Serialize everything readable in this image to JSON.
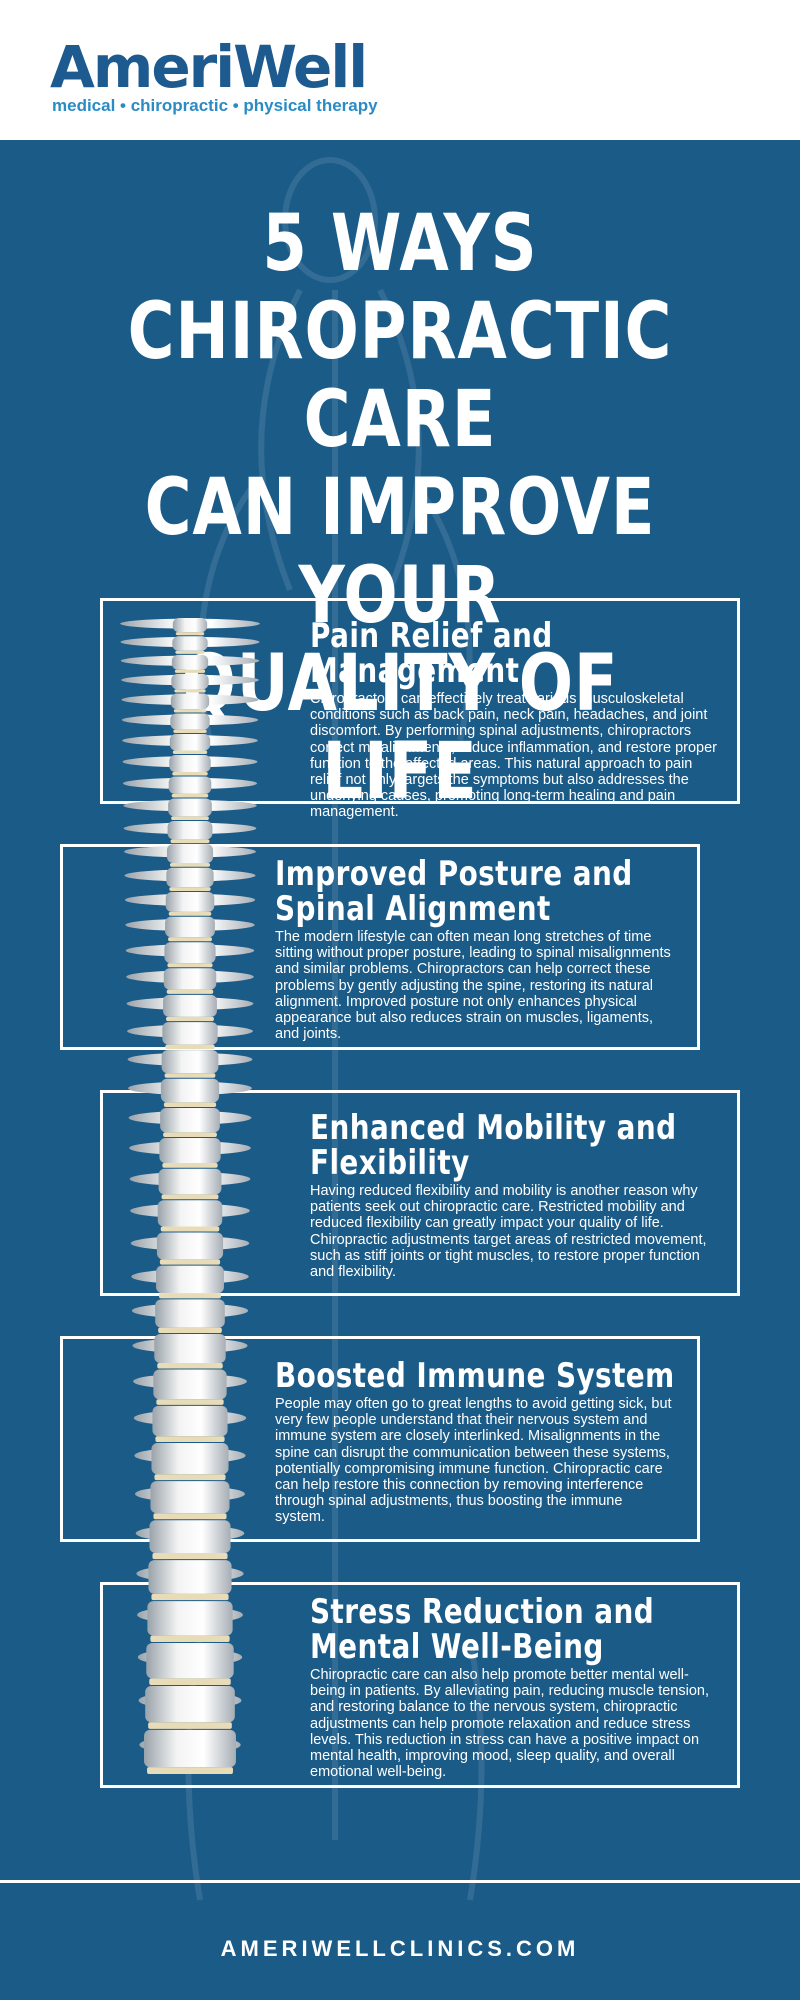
{
  "brand": {
    "name": "AmeriWell",
    "tagline": "medical • chiropractic • physical therapy"
  },
  "title": {
    "lines": [
      "5 WAYS",
      "CHIROPRACTIC CARE",
      "CAN IMPROVE YOUR",
      "QUALITY OF LIFE"
    ]
  },
  "cards": [
    {
      "heading": "Pain Relief and Management",
      "body": "Chiropractors can effectively treat various musculoskeletal conditions such as back pain, neck pain, headaches, and joint discomfort. By performing spinal adjustments, chiropractors correct misalignments, reduce inflammation, and restore proper function to the affected areas. This natural approach to pain relief not only targets the symptoms but also addresses the underlying causes, promoting long-term healing and pain management."
    },
    {
      "heading": "Improved Posture and Spinal Alignment",
      "body": "The modern lifestyle can often mean long stretches of time sitting without proper posture, leading to spinal misalignments and similar problems. Chiropractors can help correct these problems by gently adjusting the spine, restoring its natural alignment. Improved posture not only enhances physical appearance but also reduces strain on muscles, ligaments, and joints."
    },
    {
      "heading": "Enhanced Mobility and Flexibility",
      "body": "Having reduced flexibility and mobility is another reason why patients seek out chiropractic care. Restricted mobility and reduced flexibility can greatly impact your quality of life. Chiropractic adjustments target areas of restricted movement, such as stiff joints or tight muscles, to restore proper function and flexibility."
    },
    {
      "heading": "Boosted Immune System",
      "body": "People may often go to great lengths to avoid getting sick, but very few people understand that their nervous system and immune system are closely interlinked. Misalignments in the spine can disrupt the communication between these systems, potentially compromising immune function. Chiropractic care can help restore this connection by removing interference through spinal adjustments, thus boosting the immune system."
    },
    {
      "heading": "Stress Reduction and Mental Well-Being",
      "body": "Chiropractic care can also help promote better mental well-being in patients. By alleviating pain, reducing muscle tension, and restoring balance to the nervous system, chiropractic adjustments can help promote relaxation and reduce stress levels. This reduction in stress can have a positive impact on mental health, improving mood, sleep quality, and overall emotional well-being."
    }
  ],
  "footer": {
    "url": "AMERIWELLCLINICS.COM"
  },
  "colors": {
    "brand_dark": "#1d5a8f",
    "brand_light": "#2a8bc5",
    "panel_blue": "#1b5b88",
    "text": "#ffffff"
  }
}
